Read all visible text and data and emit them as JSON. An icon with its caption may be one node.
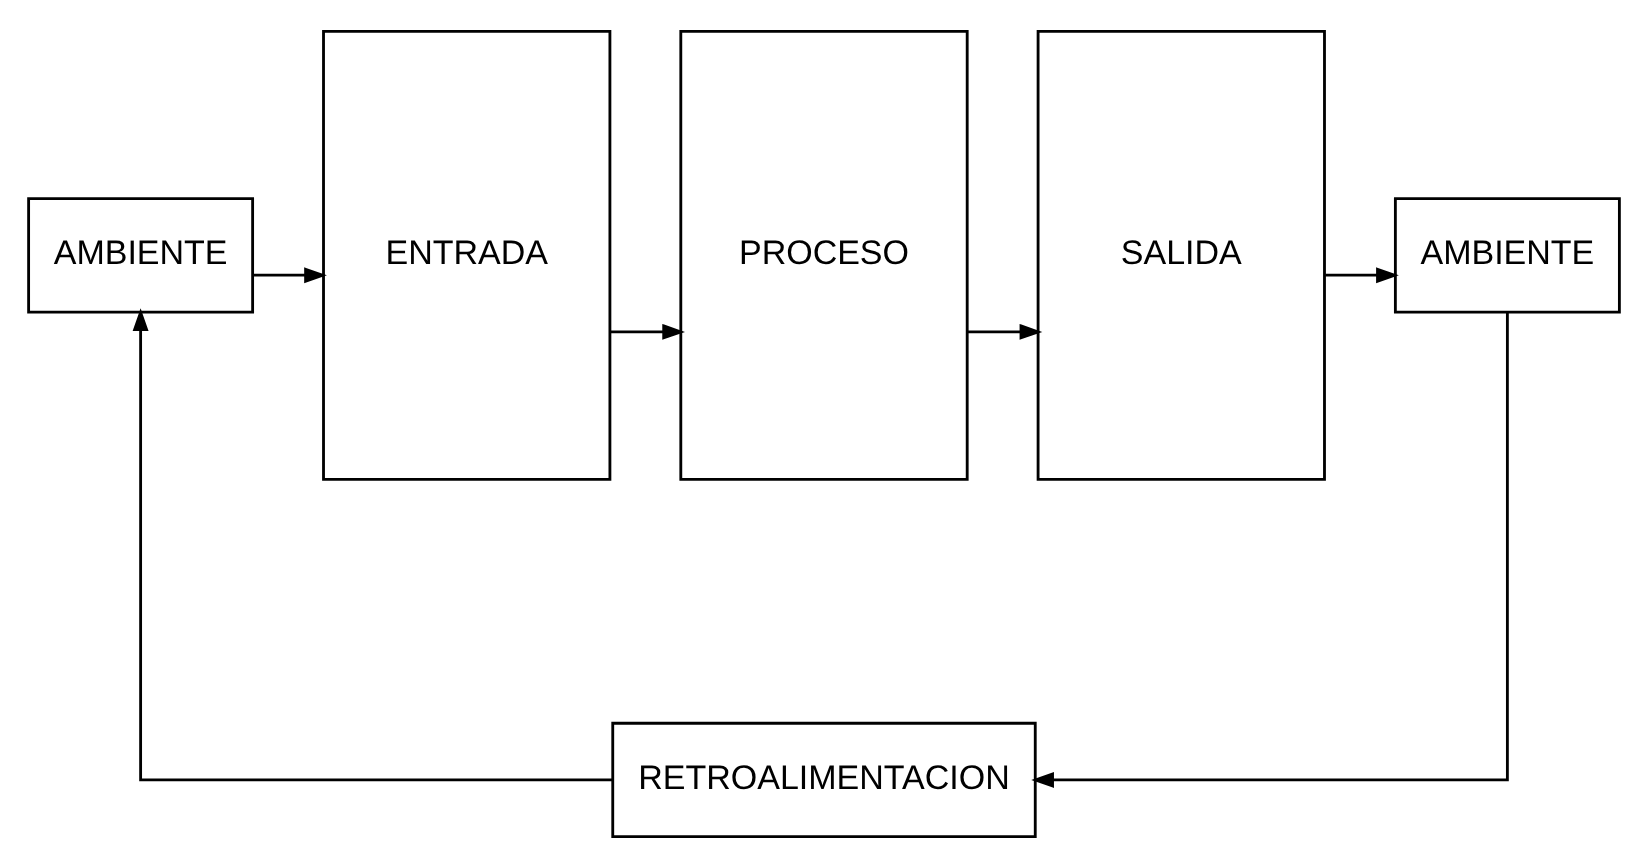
{
  "diagram": {
    "nodes": [
      {
        "text": [
          "AMBIENTE"
        ]
      },
      {
        "text": [
          "ENTRADA"
        ]
      },
      {
        "text": [
          "PROCESO"
        ]
      },
      {
        "text": [
          "SALIDA"
        ]
      },
      {
        "text": [
          "AMBIENTE"
        ]
      },
      {
        "text": [
          "RETROALIMENTACION"
        ]
      }
    ],
    "edges": [
      {
        "from": 0,
        "to": 1,
        "arrow": "to"
      },
      {
        "from": 1,
        "to": 2,
        "arrow": "to"
      },
      {
        "from": 2,
        "to": 3,
        "arrow": "to"
      },
      {
        "from": 3,
        "to": 4,
        "arrow": "to"
      },
      {
        "from": 4,
        "to": 5,
        "arrow": "to"
      },
      {
        "from": 5,
        "to": 0,
        "arrow": "to"
      }
    ]
  }
}
